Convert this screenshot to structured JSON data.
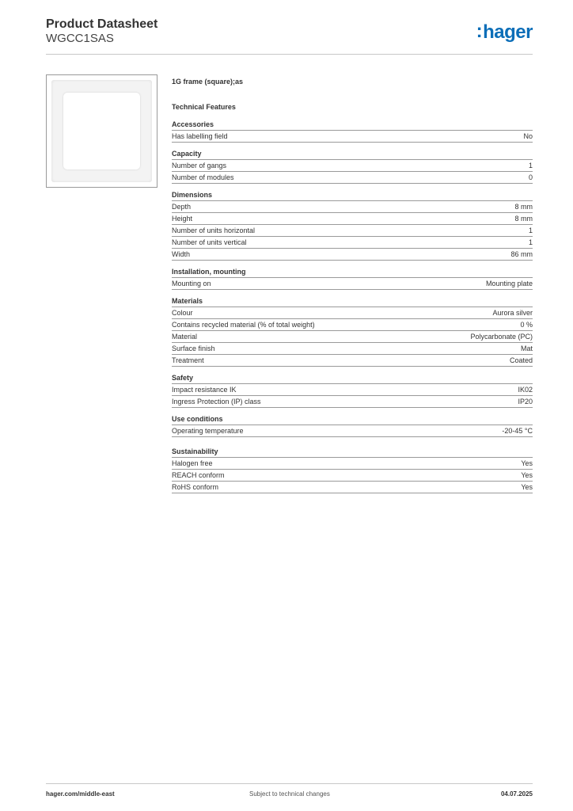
{
  "header": {
    "title": "Product Datasheet",
    "subtitle": "WGCC1SAS",
    "logo_dots": ":",
    "logo_text": "hager",
    "logo_color": "#0c6eb8"
  },
  "product": {
    "name": "1G frame (square);as",
    "features_heading": "Technical Features"
  },
  "sections": [
    {
      "title": "Accessories",
      "rows": [
        {
          "key": "Has labelling field",
          "value": "No"
        }
      ]
    },
    {
      "title": "Capacity",
      "rows": [
        {
          "key": "Number of gangs",
          "value": "1"
        },
        {
          "key": "Number of modules",
          "value": "0"
        }
      ]
    },
    {
      "title": "Dimensions",
      "rows": [
        {
          "key": "Depth",
          "value": "8 mm"
        },
        {
          "key": "Height",
          "value": "8 mm"
        },
        {
          "key": "Number of units horizontal",
          "value": "1"
        },
        {
          "key": "Number of units vertical",
          "value": "1"
        },
        {
          "key": "Width",
          "value": "86 mm"
        }
      ]
    },
    {
      "title": "Installation, mounting",
      "rows": [
        {
          "key": "Mounting on",
          "value": "Mounting plate"
        }
      ]
    },
    {
      "title": "Materials",
      "rows": [
        {
          "key": "Colour",
          "value": "Aurora silver"
        },
        {
          "key": "Contains recycled material (% of total weight)",
          "value": "0 %"
        },
        {
          "key": "Material",
          "value": "Polycarbonate (PC)"
        },
        {
          "key": "Surface finish",
          "value": "Mat"
        },
        {
          "key": "Treatment",
          "value": "Coated"
        }
      ]
    },
    {
      "title": "Safety",
      "rows": [
        {
          "key": "Impact resistance IK",
          "value": "IK02"
        },
        {
          "key": "Ingress Protection (IP) class",
          "value": "IP20"
        }
      ]
    },
    {
      "title": "Use conditions",
      "rows": [
        {
          "key": "Operating temperature",
          "value": "-20-45 °C"
        }
      ]
    },
    {
      "title": "Sustainability",
      "rows": [
        {
          "key": "Halogen free",
          "value": "Yes"
        },
        {
          "key": "REACH conform",
          "value": "Yes"
        },
        {
          "key": "RoHS conform",
          "value": "Yes"
        }
      ]
    }
  ],
  "footer": {
    "left": "hager.com/middle-east",
    "center": "Subject to technical changes",
    "right": "04.07.2025"
  }
}
